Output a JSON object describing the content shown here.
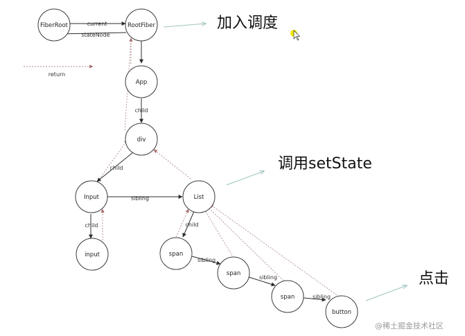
{
  "nodes": {
    "fiber_root": "FiberRoot",
    "root_fiber": "RootFiber",
    "app": "App",
    "div": "div",
    "input_comp": "Input",
    "list": "List",
    "input_tag": "input",
    "span1": "span",
    "span2": "span",
    "span3": "span",
    "button": "button"
  },
  "edges": {
    "current": "current",
    "state_node": "stateNode",
    "app_child": "child",
    "div_child": "child",
    "input_sibling": "sibling",
    "input_child": "child",
    "list_child": "child",
    "span1_sibling": "sibling",
    "span2_sibling": "sibling",
    "span3_sibling": "sibling"
  },
  "legend": {
    "return_label": "return"
  },
  "annotations": {
    "schedule": "加入调度",
    "set_state": "调用setState",
    "click": "点击"
  },
  "watermark": "@稀土掘金技术社区",
  "colors": {
    "node_stroke": "#3a3a3a",
    "return_edge": "#b08a8a",
    "annotation_arrow": "#9dc3bd",
    "cursor_highlight": "#f2e600"
  }
}
